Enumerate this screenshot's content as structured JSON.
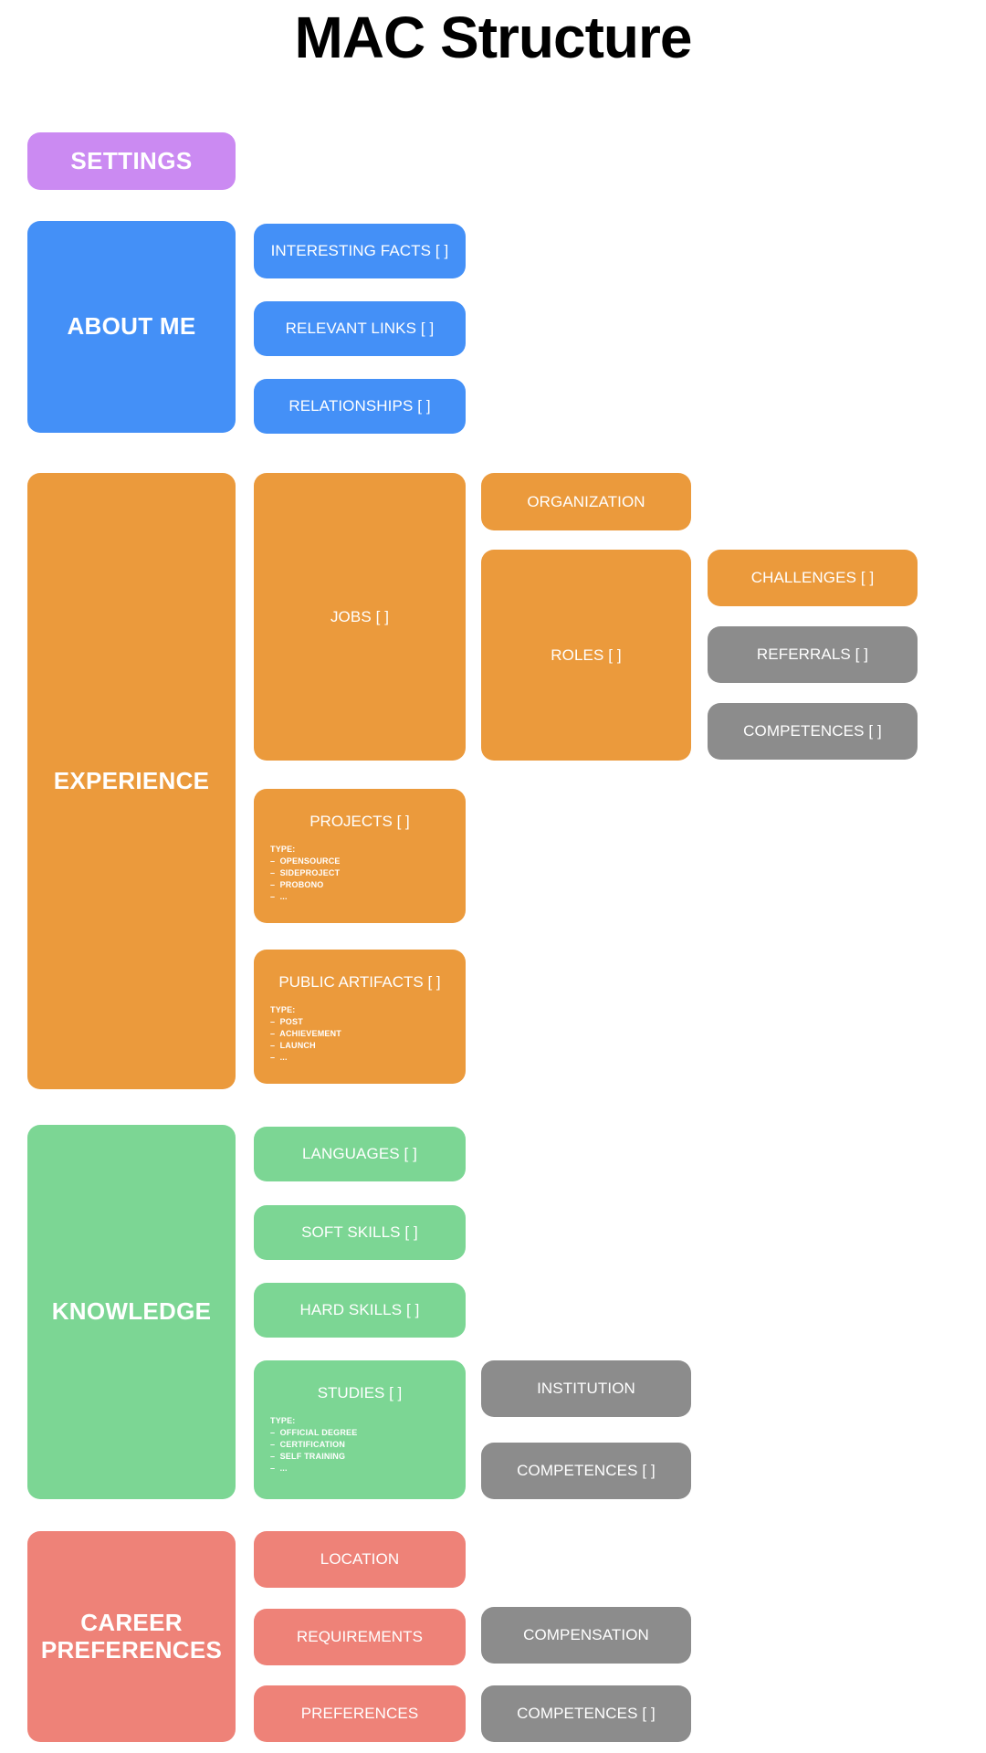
{
  "title": "MAC Structure",
  "colors": {
    "settings": "#cb8af2",
    "about_me": "#4490f7",
    "experience": "#eb9a3c",
    "knowledge": "#7cd694",
    "career_preferences": "#ee8278",
    "grey": "#8c8c8c",
    "text": "#ffffff",
    "background": "#ffffff",
    "title_text": "#000000"
  },
  "sections": {
    "settings": {
      "label": "SETTINGS"
    },
    "about_me": {
      "label": "ABOUT ME",
      "children": [
        {
          "label": "INTERESTING FACTS [ ]"
        },
        {
          "label": "RELEVANT LINKS [ ]"
        },
        {
          "label": "RELATIONSHIPS [ ]"
        }
      ]
    },
    "experience": {
      "label": "EXPERIENCE",
      "jobs": {
        "label": "JOBS [ ]"
      },
      "organization": {
        "label": "ORGANIZATION"
      },
      "roles": {
        "label": "ROLES [ ]"
      },
      "challenges": {
        "label": "CHALLENGES [ ]"
      },
      "referrals": {
        "label": "REFERRALS [ ]"
      },
      "competences": {
        "label": "COMPETENCES [ ]"
      },
      "projects": {
        "label": "PROJECTS [ ]",
        "type_heading": "TYPE:",
        "type_items": [
          "OPENSOURCE",
          "SIDEPROJECT",
          "PROBONO",
          "..."
        ]
      },
      "public_artifacts": {
        "label": "PUBLIC ARTIFACTS [ ]",
        "type_heading": "TYPE:",
        "type_items": [
          "POST",
          "ACHIEVEMENT",
          "LAUNCH",
          "..."
        ]
      }
    },
    "knowledge": {
      "label": "KNOWLEDGE",
      "languages": {
        "label": "LANGUAGES [ ]"
      },
      "soft_skills": {
        "label": "SOFT SKILLS [ ]"
      },
      "hard_skills": {
        "label": "HARD SKILLS [ ]"
      },
      "studies": {
        "label": "STUDIES [ ]",
        "type_heading": "TYPE:",
        "type_items": [
          "OFFICIAL DEGREE",
          "CERTIFICATION",
          "SELF TRAINING",
          "..."
        ]
      },
      "institution": {
        "label": "INSTITUTION"
      },
      "competences": {
        "label": "COMPETENCES [ ]"
      }
    },
    "career_preferences": {
      "label": "CAREER PREFERENCES",
      "location": {
        "label": "LOCATION"
      },
      "requirements": {
        "label": "REQUIREMENTS"
      },
      "preferences": {
        "label": "PREFERENCES"
      },
      "compensation": {
        "label": "COMPENSATION"
      },
      "competences": {
        "label": "COMPETENCES [ ]"
      }
    }
  }
}
